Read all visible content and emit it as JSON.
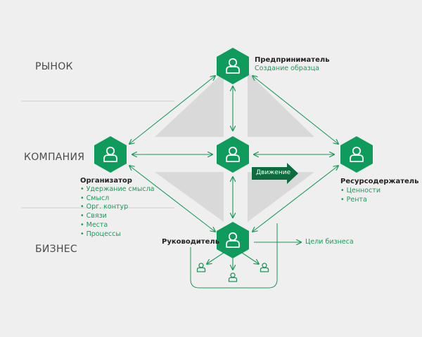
{
  "levels": {
    "market": "РЫНОК",
    "company": "КОМПАНИЯ",
    "business": "БИЗНЕС"
  },
  "roles": {
    "entrepreneur": {
      "title": "Предприниматель",
      "subtitle": "Создание образца"
    },
    "organizer": {
      "title": "Организатор",
      "items": [
        "Удержание смысла",
        "Смысл",
        "Орг. контур",
        "Связи",
        "Места",
        "Процессы"
      ]
    },
    "resource_holder": {
      "title": "Ресурсодержатель",
      "items": [
        "Ценности",
        "Рента"
      ]
    },
    "manager": {
      "title": "Руководитель"
    }
  },
  "movement_label": "Движение",
  "business_goals": "Цели бизнеса",
  "colors": {
    "accent": "#0f9b5c",
    "accent_dark": "#0c6b3f",
    "triangle": "#d9d9d9",
    "background": "#efefef"
  },
  "icons": {
    "node": "person-icon",
    "small": "person-icon"
  }
}
